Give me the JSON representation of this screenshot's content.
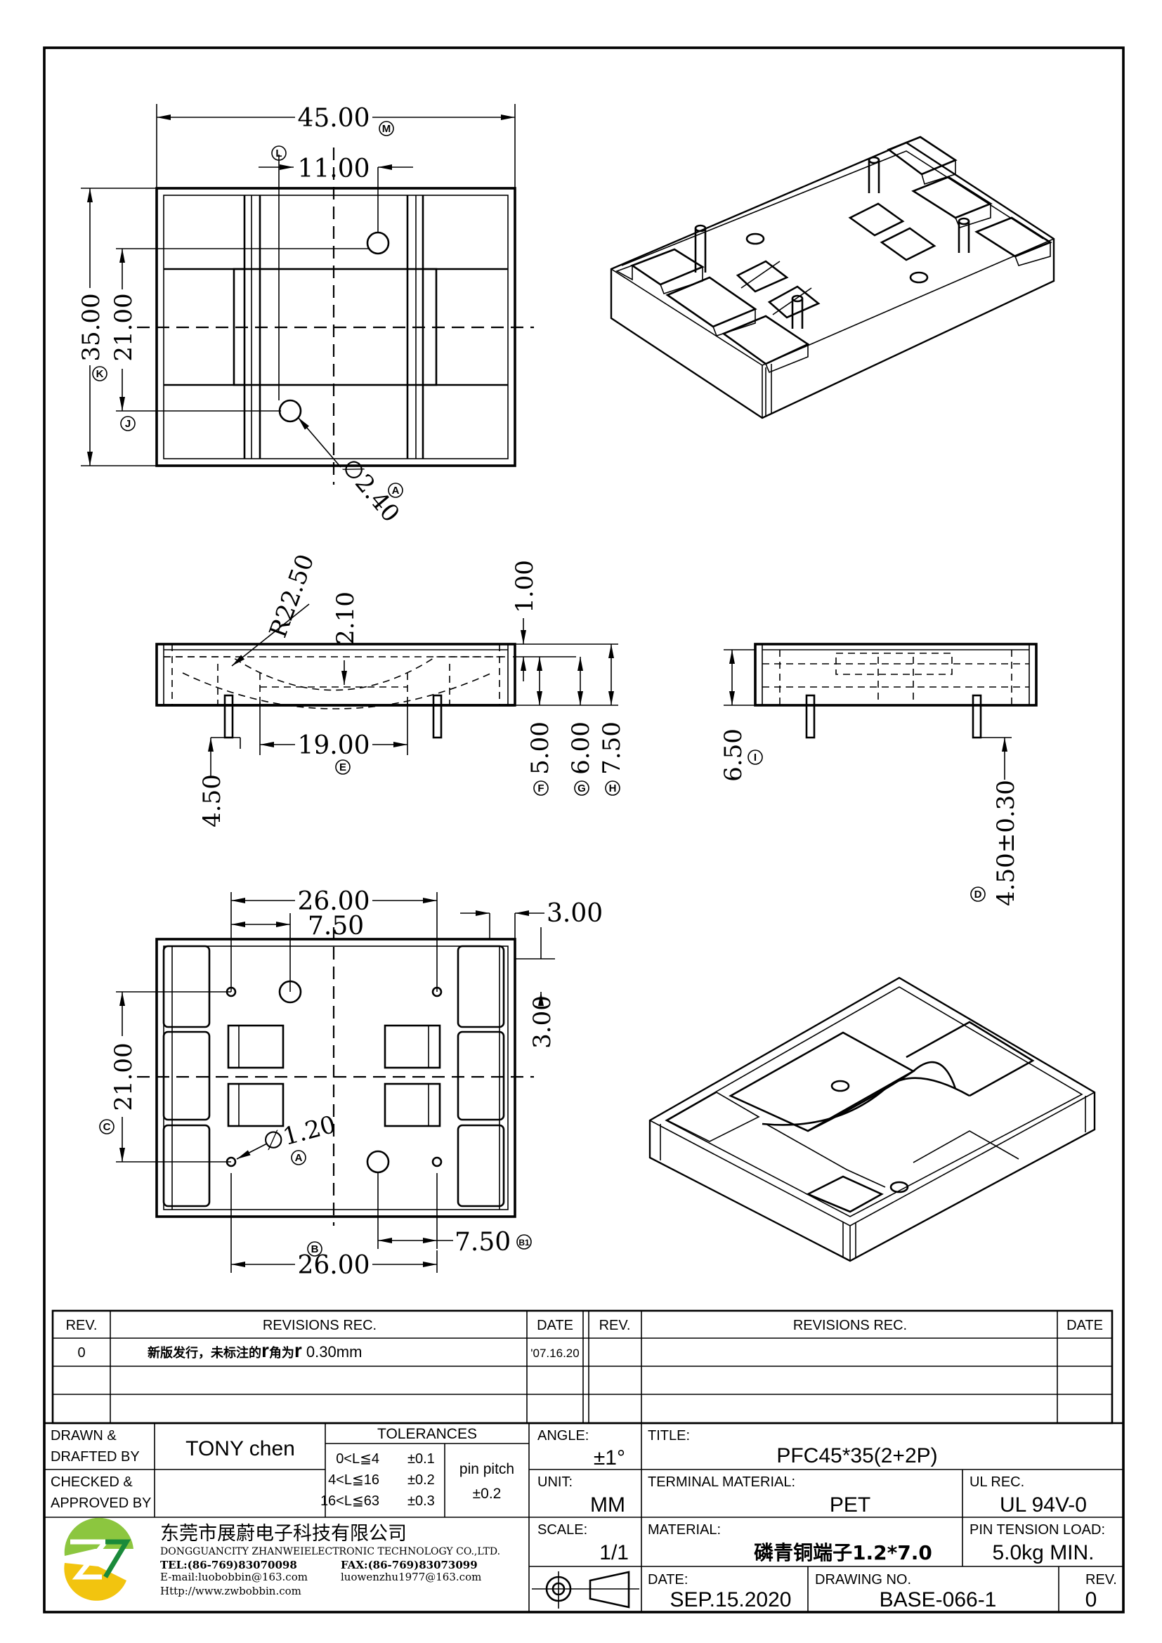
{
  "dimensions": {
    "top_width": "45.00",
    "top_depth": "35.00",
    "top_span": "21.00",
    "top_slot": "11.00",
    "top_hole": "∅2.40",
    "radius": "R22.50",
    "depth_2": "2.10",
    "top_wall": "1.00",
    "center_slot": "19.00",
    "pin_len": "4.50",
    "h5": "5.00",
    "h6": "6.00",
    "h75": "7.50",
    "side_h": "6.50",
    "pin_tol": "4.50±0.30",
    "pin_pitch_x": "26.00",
    "pin_offset": "7.50",
    "edge_3": "3.00",
    "pin_pitch_y": "21.00",
    "edge_3v": "3.00",
    "pin_dia": "∅1.20",
    "bottom_offset": "7.50",
    "bottom_pitch": "26.00"
  },
  "balloons": {
    "M": "M",
    "L": "L",
    "K": "K",
    "J": "J",
    "A": "A",
    "E": "E",
    "F": "F",
    "G": "G",
    "H": "H",
    "I": "I",
    "D": "D",
    "C": "C",
    "B": "B",
    "B1": "B1"
  },
  "revisions": {
    "headers": {
      "rev": "REV.",
      "rec": "REVISIONS   REC.",
      "date": "DATE"
    },
    "rows": [
      {
        "rev": "0",
        "rec_cn": "新版发行，未标注的",
        "r1": "r",
        "rec_cn2": "角为",
        "r2": "r",
        "rec_val": " 0.30mm",
        "date": "'07.16.20"
      }
    ]
  },
  "title_block": {
    "drawn_label_1": "DRAWN &",
    "drawn_label_2": "DRAFTED BY",
    "drawn_by": "TONY  chen",
    "checked_label_1": "CHECKED &",
    "checked_label_2": "APPROVED BY",
    "tolerances_label": "TOLERANCES",
    "tol_rows": [
      {
        "range": "0<L≦4",
        "tol": "±0.1"
      },
      {
        "range": "4<L≦16",
        "tol": "±0.2"
      },
      {
        "range": "16<L≦63",
        "tol": "±0.3"
      }
    ],
    "pin_pitch_label": "pin pitch",
    "pin_pitch_tol": "±0.2",
    "angle_label": "ANGLE:",
    "angle_value": "±1°",
    "unit_label": "UNIT:",
    "unit_value": "MM",
    "scale_label": "SCALE:",
    "scale_value": "1/1",
    "title_label": "TITLE:",
    "title_value": "PFC45*35(2+2P)",
    "terminal_label": "TERMINAL  MATERIAL:",
    "terminal_value": "PET",
    "ul_label": "UL  REC.",
    "ul_value": "UL  94V-0",
    "material_label": "MATERIAL:",
    "material_value": "磷青铜端子1.2*7.0",
    "pin_tension_label": "PIN  TENSION  LOAD:",
    "pin_tension_value": "5.0kg  MIN.",
    "date_label": "DATE:",
    "date_value": "SEP.15.2020",
    "drawing_no_label": "DRAWING  NO.",
    "drawing_no_value": "BASE-066-1",
    "rev_label": "REV.",
    "rev_value": "0",
    "company_cn": "东莞市展蔚电子科技有限公司",
    "company_en": "DONGGUANCITY ZHANWEIELECTRONIC TECHNOLOGY CO.,LTD.",
    "tel": "TEL:(86-769)83070098",
    "fax": "FAX:(86-769)83073099",
    "email": "E-mail:luobobbin@163.com",
    "email2": "luowenzhu1977@163.com",
    "web": "Http://www.zwbobbin.com"
  }
}
